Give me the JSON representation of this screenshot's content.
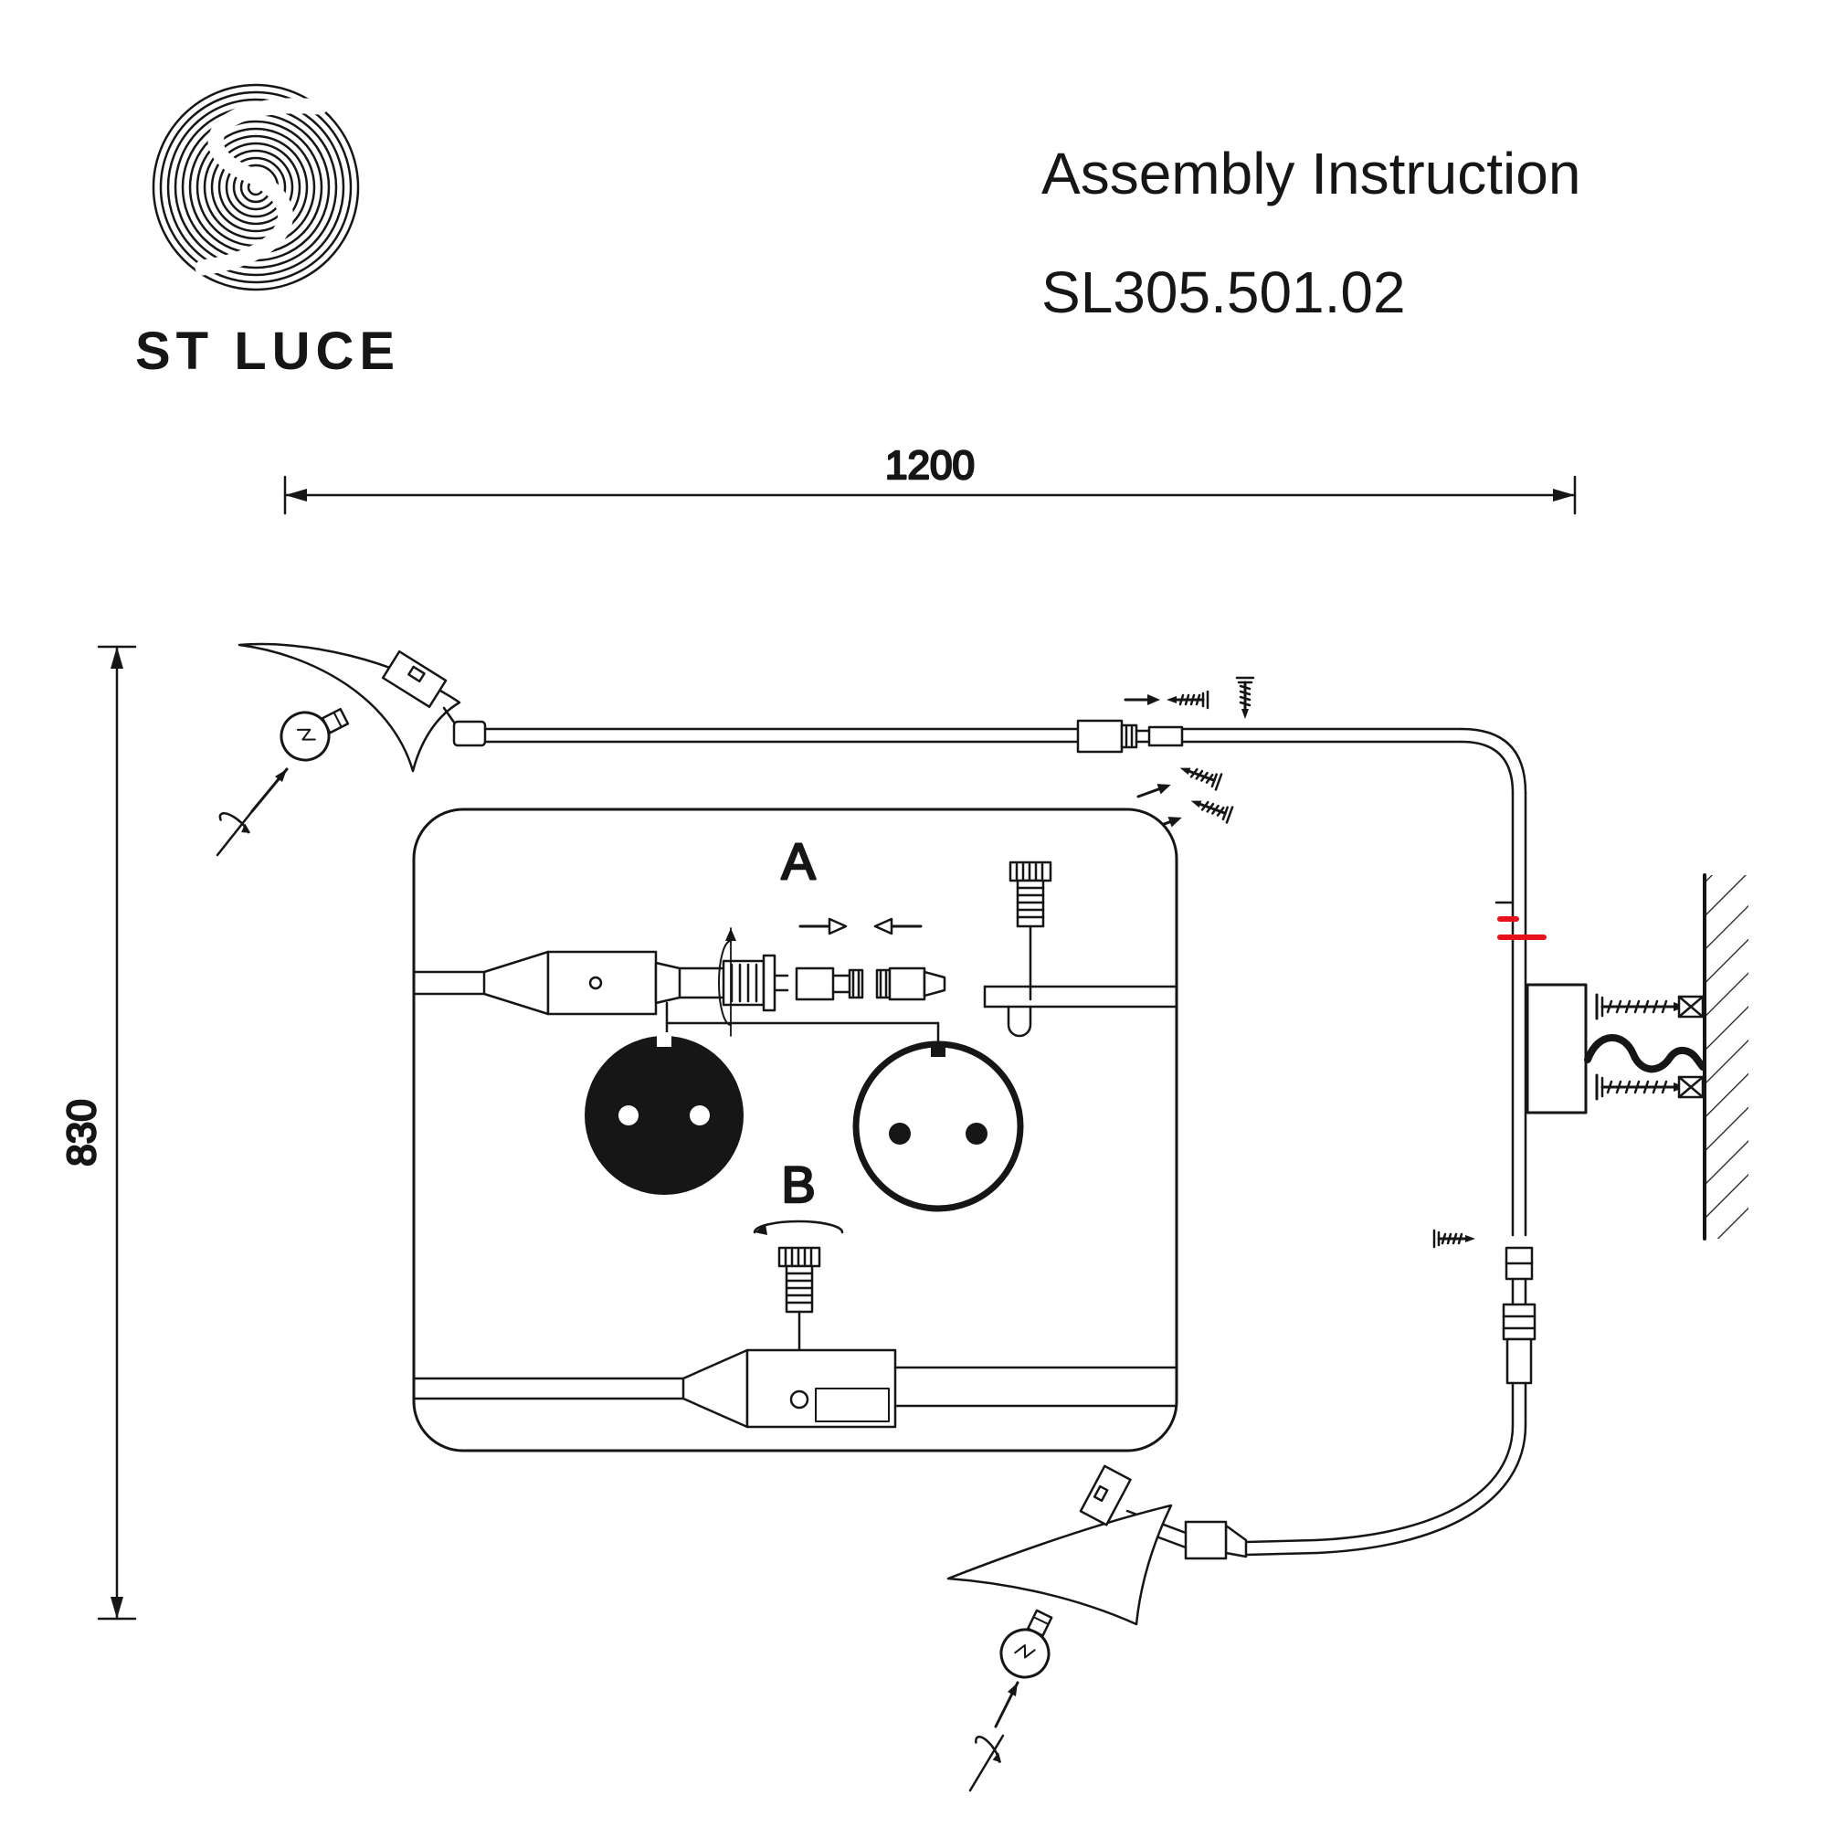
{
  "header": {
    "brand": "ST LUCE",
    "title": "Assembly Instruction",
    "model": "SL305.501.02"
  },
  "dimensions": {
    "width_label": "1200",
    "height_label": "830"
  },
  "detail_labels": {
    "step_a": "A",
    "step_b": "B"
  },
  "colors": {
    "ink": "#161616",
    "red_mark": "#e8101c",
    "background": "#ffffff"
  },
  "icons": [
    "st-luce-logo",
    "bulb-icon",
    "screw-icon",
    "insert-arrow-icon",
    "rotation-arrow-icon",
    "socket-face-filled-icon",
    "socket-face-outline-icon",
    "wall-hatch"
  ]
}
